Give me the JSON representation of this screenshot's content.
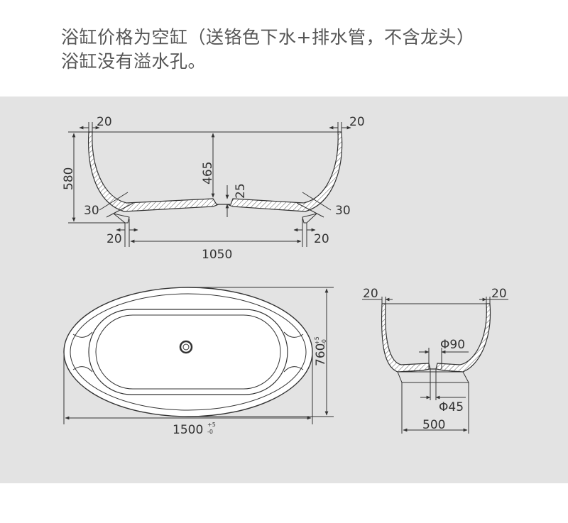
{
  "notes": {
    "line1": "浴缸价格为空缸（送铬色下水+排水管，不含龙头）",
    "line2": "浴缸没有溢水孔。"
  },
  "side_view": {
    "lip_left": "20",
    "lip_right": "20",
    "height": "580",
    "depth": "465",
    "floor_thickness": "25",
    "angle_left": "30",
    "angle_right": "30",
    "foot_left": "20",
    "foot_right": "20",
    "base_width": "1050"
  },
  "top_view": {
    "length": "1500",
    "length_tol_upper": "+5",
    "length_tol_lower": "-0",
    "width": "760",
    "width_tol_upper": "+5",
    "width_tol_lower": "-0"
  },
  "end_view": {
    "lip_left": "20",
    "lip_right": "20",
    "drain_outer": "Φ90",
    "drain_inner": "Φ45",
    "base_width": "500"
  },
  "colors": {
    "panel": "#e3e3e3",
    "line": "#333333",
    "text": "#555555"
  }
}
